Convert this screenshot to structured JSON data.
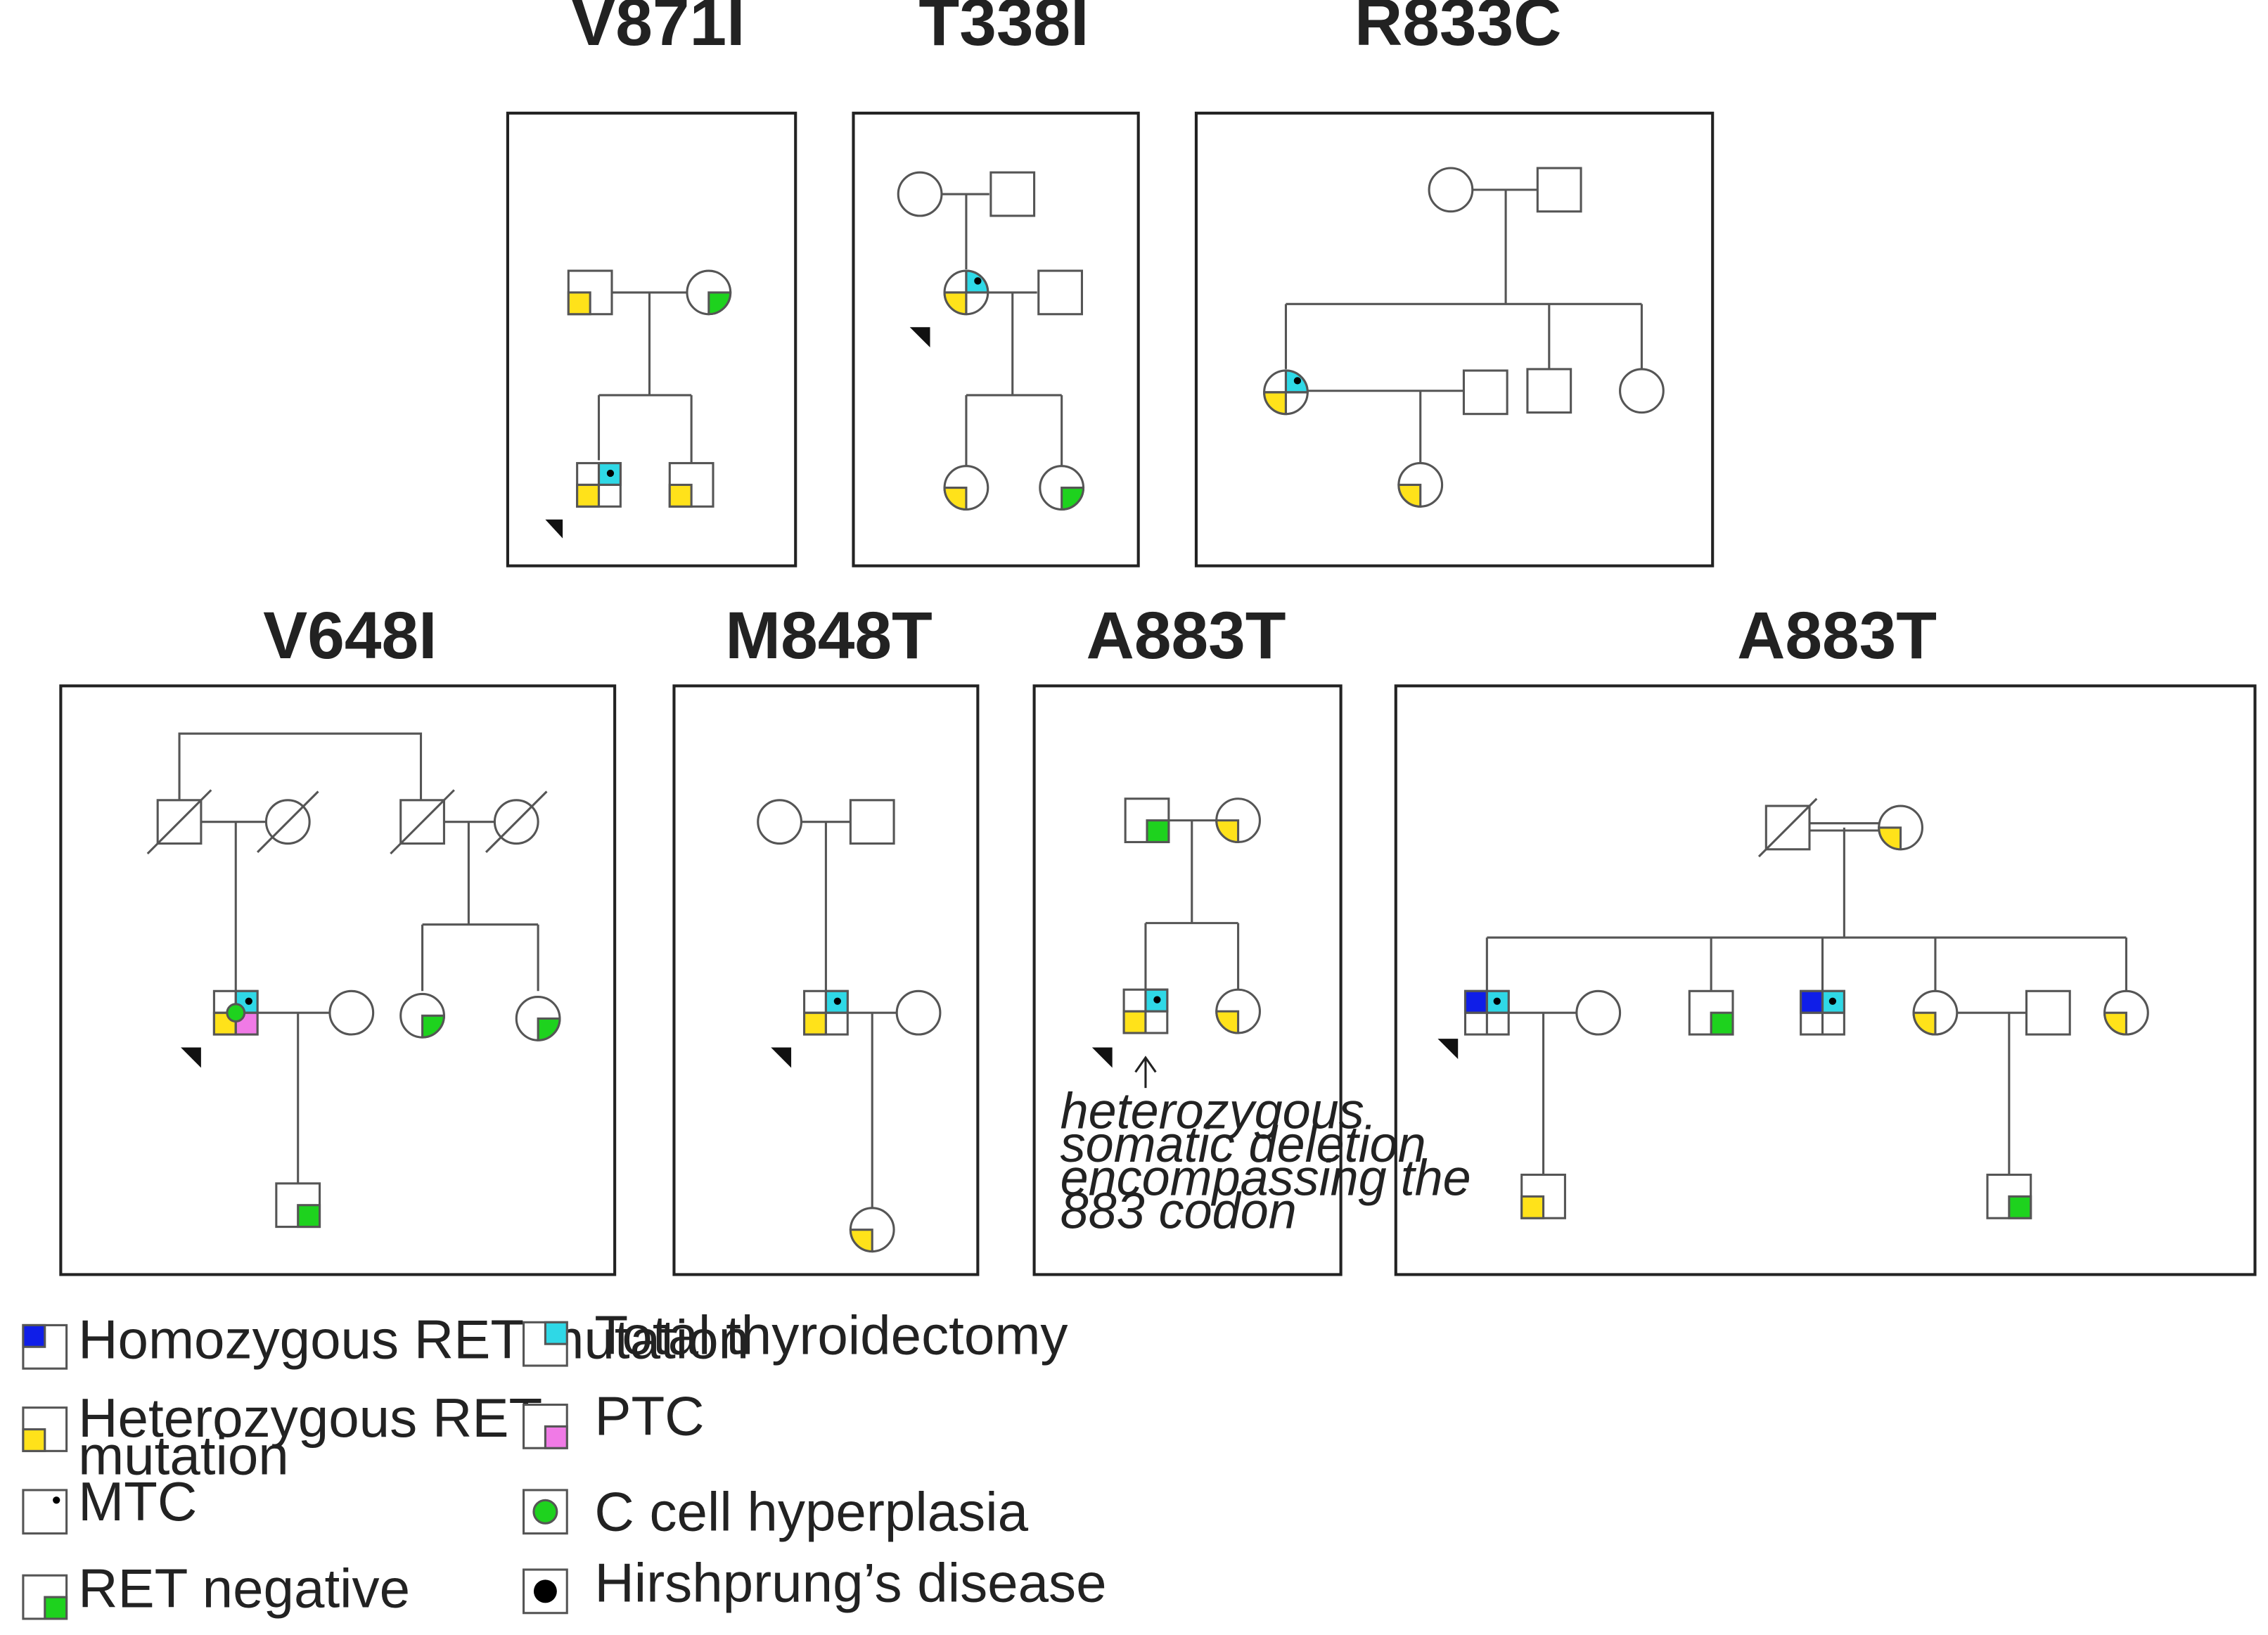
{
  "colors": {
    "homozygous": "#0f1ee8",
    "heterozygous": "#ffe21a",
    "thyroidectomy": "#2fd8e6",
    "ret_negative": "#1ed21e",
    "ptc": "#f07ae6",
    "c_cell": "#1ed21e",
    "line": "#555555"
  },
  "pedigrees": {
    "v871i": {
      "title": "V871I"
    },
    "t338i": {
      "title": "T338I"
    },
    "r833c": {
      "title": "R833C"
    },
    "v648i": {
      "title": "V648I"
    },
    "m848t": {
      "title": "M848T"
    },
    "a883t_a": {
      "title": "A883T",
      "note": [
        "heterozygous",
        "somatic deletion",
        "encompassing the",
        "883 codon"
      ]
    },
    "a883t_b": {
      "title": "A883T"
    }
  },
  "legend": {
    "homozygous": "Homozygous RET mutation",
    "heterozygous": [
      "Heterozygous RET",
      "mutation"
    ],
    "mtc": "MTC",
    "ret_negative": "RET negative",
    "thyroidectomy": "Total thyroidectomy",
    "ptc": "PTC",
    "c_cell": "C cell hyperplasia",
    "hirschsprung": "Hirshprung’s disease"
  }
}
